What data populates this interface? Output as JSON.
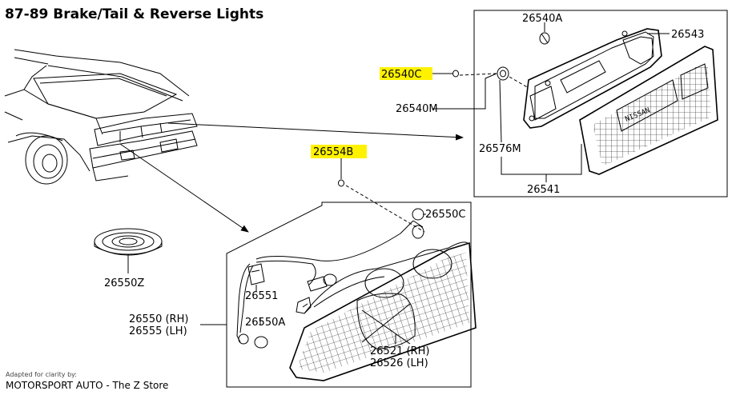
{
  "title": "87-89 Brake/Tail & Reverse Lights",
  "highlight_color": "#fff200",
  "parts": {
    "p26540A": "26540A",
    "p26543": "26543",
    "p26540C": "26540C",
    "p26540M": "26540M",
    "p26576M": "26576M",
    "p26541": "26541",
    "p26554B": "26554B",
    "p26550C": "26550C",
    "p26550Z": "26550Z",
    "p26551": "26551",
    "p26550A": "26550A",
    "p26550RH": "26550 (RH)",
    "p26555LH": "26555 (LH)",
    "p26521RH": "26521 (RH)",
    "p26526LH": "26526 (LH)"
  },
  "lens_text": "NISSAN",
  "credit": {
    "line1": "Adapted for clarity by:",
    "line2": "MOTORSPORT AUTO - The Z Store"
  },
  "icons": [
    "car-rear-illustration",
    "center-garnish-panel",
    "tail-lamp-assembly",
    "bulb-socket",
    "grommet"
  ]
}
